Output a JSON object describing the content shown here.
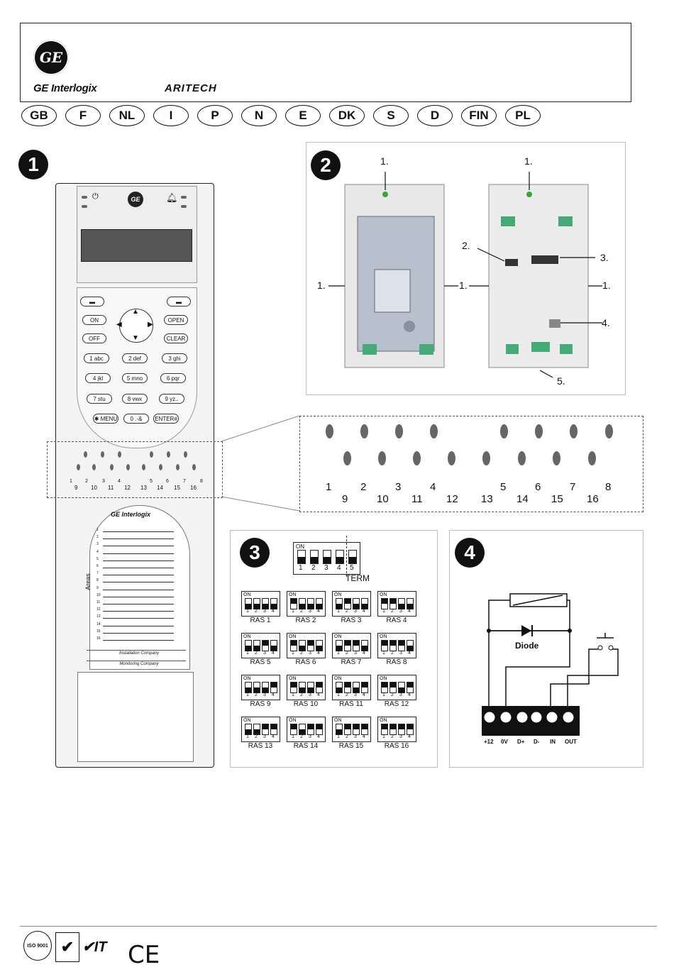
{
  "header": {
    "logo_letters": "GE",
    "brand_name": "GE Interlogix",
    "partner_name": "ARITECH"
  },
  "languages": [
    "GB",
    "F",
    "NL",
    "I",
    "P",
    "N",
    "E",
    "DK",
    "S",
    "D",
    "FIN",
    "PL"
  ],
  "figures": {
    "f1": "1",
    "f2": "2",
    "f3": "3",
    "f4": "4"
  },
  "keypad": {
    "logo": "GE",
    "keys": {
      "on": "ON",
      "off": "OFF",
      "open": "OPEN",
      "clear": "CLEAR",
      "k1": "1 abc",
      "k2": "2 def",
      "k3": "3 ghi",
      "k4": "4 jkl",
      "k5": "5 mno",
      "k6": "6 pqr",
      "k7": "7 stu",
      "k8": "8 vwx",
      "k9": "9 yz..",
      "menu": "✱ MENU",
      "k0": "0 .-&",
      "enter": "ENTER#"
    },
    "label_card": {
      "brand": "GE Interlogix",
      "areas_label": "Areas",
      "rows": [
        "1",
        "2",
        "3",
        "4",
        "5",
        "6",
        "7",
        "8",
        "9",
        "10",
        "11",
        "12",
        "13",
        "14",
        "15",
        "16"
      ],
      "installation": "Installation Company",
      "monitoring": "Monitoring Company"
    }
  },
  "leds": {
    "top_row": [
      "1",
      "2",
      "3",
      "4",
      "5",
      "6",
      "7",
      "8"
    ],
    "bottom_row": [
      "9",
      "10",
      "11",
      "12",
      "13",
      "14",
      "15",
      "16"
    ]
  },
  "fig2": {
    "callouts": [
      "1.",
      "1.",
      "1.",
      "1.",
      "1.",
      "1.",
      "2.",
      "3.",
      "4.",
      "5."
    ]
  },
  "fig3": {
    "term_label": "TERM",
    "on_label": "ON",
    "switch_numbers": [
      "1",
      "2",
      "3",
      "4",
      "5"
    ],
    "ras": [
      {
        "label": "RAS 1",
        "on": [
          false,
          false,
          false,
          false
        ]
      },
      {
        "label": "RAS 2",
        "on": [
          true,
          false,
          false,
          false
        ]
      },
      {
        "label": "RAS 3",
        "on": [
          false,
          true,
          false,
          false
        ]
      },
      {
        "label": "RAS 4",
        "on": [
          true,
          true,
          false,
          false
        ]
      },
      {
        "label": "RAS 5",
        "on": [
          false,
          false,
          true,
          false
        ]
      },
      {
        "label": "RAS 6",
        "on": [
          true,
          false,
          true,
          false
        ]
      },
      {
        "label": "RAS 7",
        "on": [
          false,
          true,
          true,
          false
        ]
      },
      {
        "label": "RAS 8",
        "on": [
          true,
          true,
          true,
          false
        ]
      },
      {
        "label": "RAS 9",
        "on": [
          false,
          false,
          false,
          true
        ]
      },
      {
        "label": "RAS 10",
        "on": [
          true,
          false,
          false,
          true
        ]
      },
      {
        "label": "RAS 11",
        "on": [
          false,
          true,
          false,
          true
        ]
      },
      {
        "label": "RAS 12",
        "on": [
          true,
          true,
          false,
          true
        ]
      },
      {
        "label": "RAS 13",
        "on": [
          false,
          false,
          true,
          true
        ]
      },
      {
        "label": "RAS 14",
        "on": [
          true,
          false,
          true,
          true
        ]
      },
      {
        "label": "RAS 15",
        "on": [
          false,
          true,
          true,
          true
        ]
      },
      {
        "label": "RAS 16",
        "on": [
          true,
          true,
          true,
          true
        ]
      }
    ]
  },
  "fig4": {
    "diode_label": "Diode",
    "terminals": [
      "+12",
      "0V",
      "D+",
      "D-",
      "IN",
      "OUT"
    ]
  },
  "footer": {
    "iso_text": "ISO 9001",
    "ce_mark": "CE"
  }
}
